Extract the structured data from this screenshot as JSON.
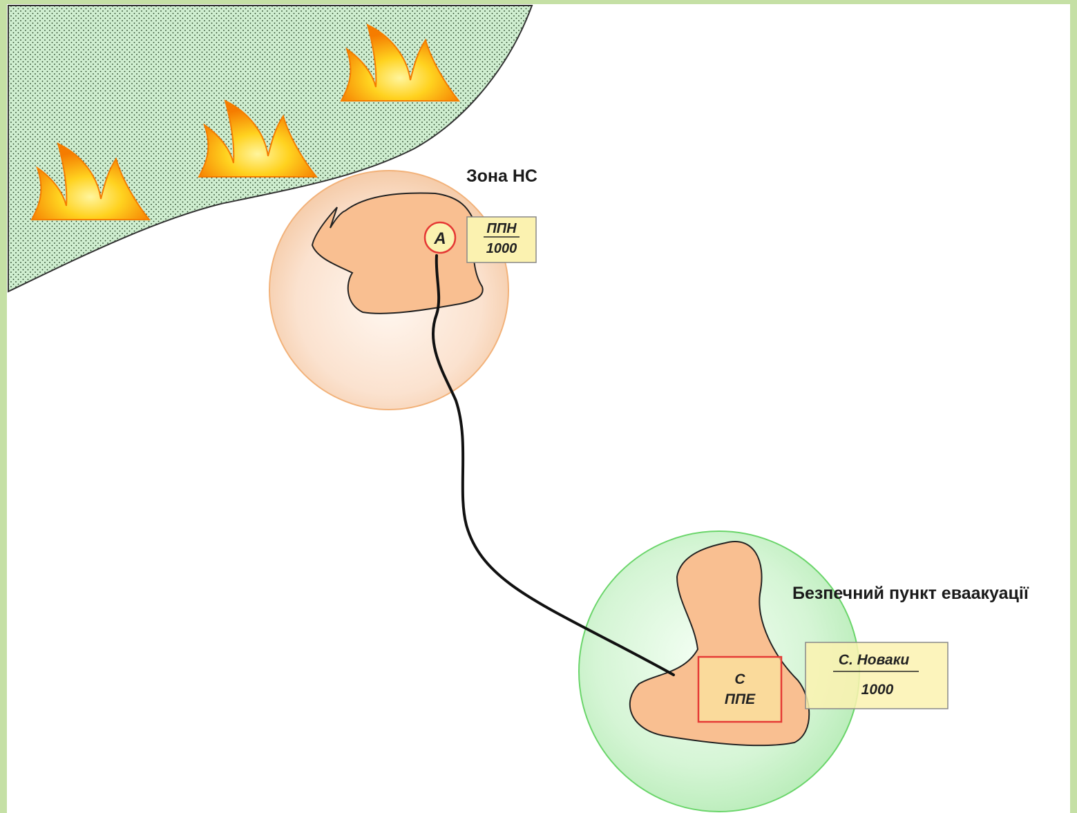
{
  "diagram": {
    "zone_label": "Зона НС",
    "safe_point_label": "Безпечний пункт еваакуації",
    "point_a": {
      "letter": "A"
    },
    "ppn_box": {
      "top": "ППН",
      "bottom": "1000"
    },
    "village_box": {
      "top": "С. Новаки",
      "bottom": "1000"
    },
    "ppe_box": {
      "line1": "С",
      "line2": "ППЕ"
    }
  },
  "colors": {
    "background_frame": "#c5e0a5",
    "canvas": "#ffffff",
    "forest_fill": "#cfeed0",
    "forest_dots": "#1e3a1e",
    "danger_circle": "#f7d2b5",
    "danger_circle_stroke": "#f2b27a",
    "safe_circle": "#c2efc2",
    "safe_circle_stroke": "#6ad56a",
    "settlement": "#f9bf91",
    "route": "#111111",
    "point_a_stroke": "#e53935",
    "ppe_stroke": "#e53935",
    "label_box_fill": "#fbf2b0",
    "flame_outer": "#f57c00",
    "flame_inner": "#ffeb3b"
  }
}
